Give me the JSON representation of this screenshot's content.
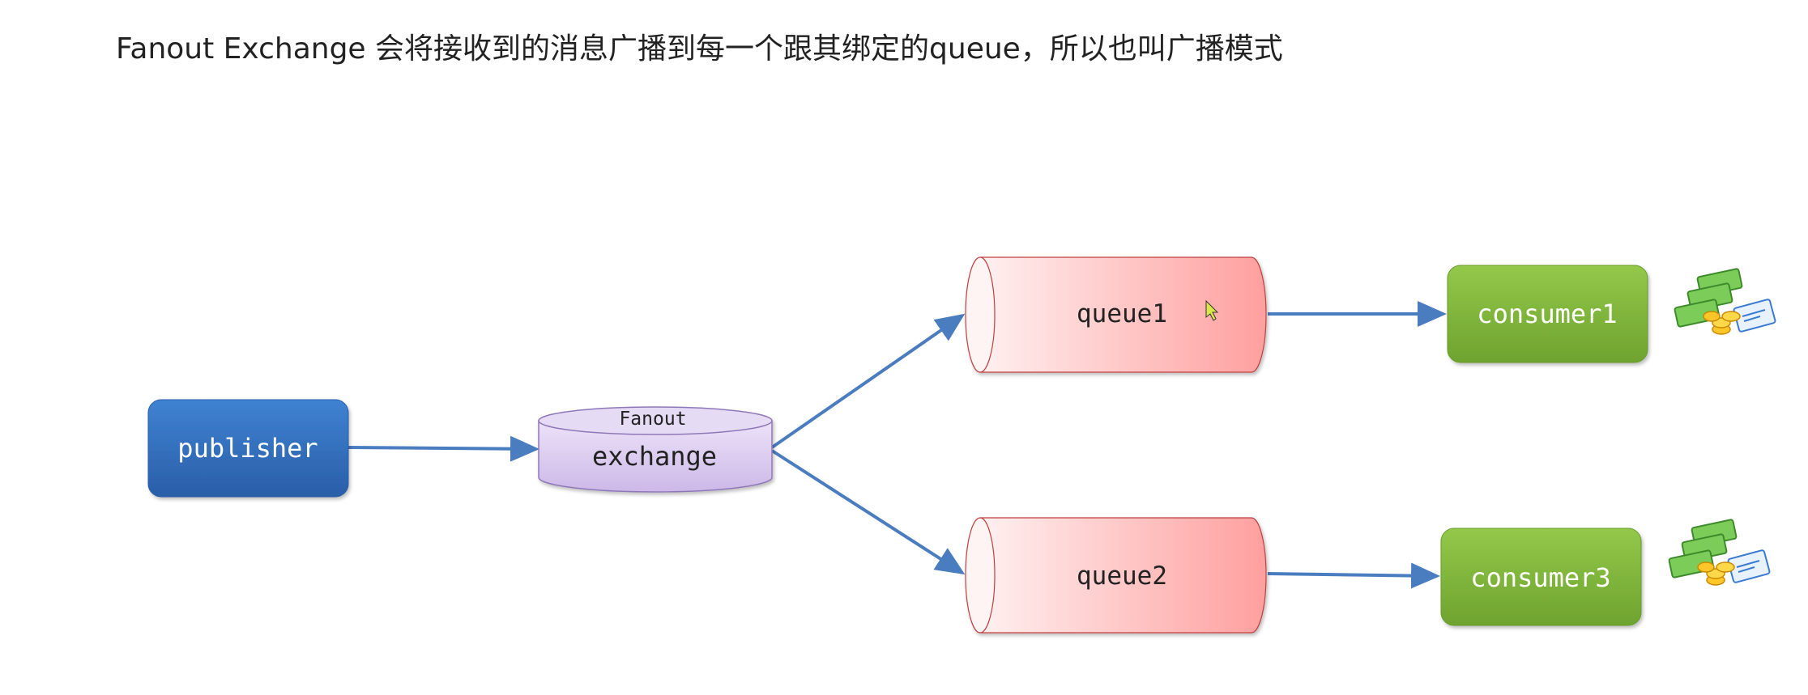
{
  "title": "Fanout Exchange 会将接收到的消息广播到每一个跟其绑定的queue，所以也叫广播模式",
  "publisher": {
    "label": "publisher"
  },
  "exchange": {
    "type_label": "Fanout",
    "label": "exchange"
  },
  "queues": [
    {
      "label": "queue1"
    },
    {
      "label": "queue2"
    }
  ],
  "consumers": [
    {
      "label": "consumer1",
      "icon": "money-icon"
    },
    {
      "label": "consumer3",
      "icon": "money-icon"
    }
  ],
  "colors": {
    "publisher": "#2f6fbf",
    "exchange": "#d8c6ee",
    "queue": "#ffb0b0",
    "consumer": "#7fb83a",
    "arrow": "#4a7cc0"
  }
}
